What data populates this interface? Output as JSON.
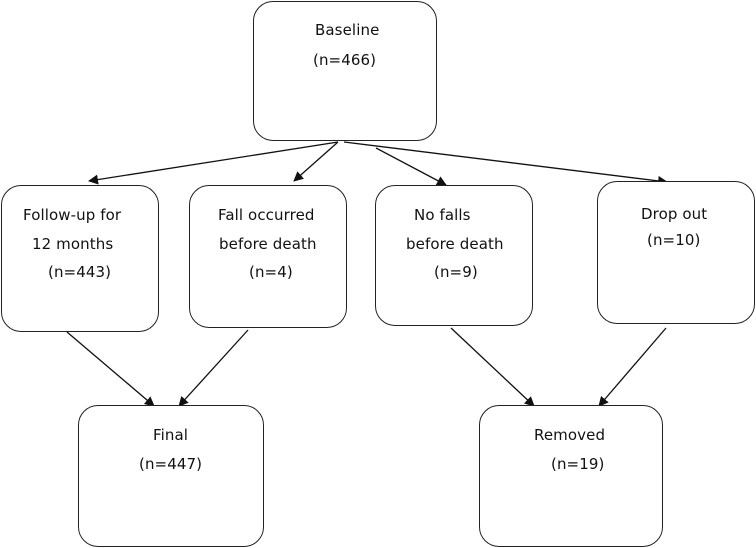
{
  "flowchart": {
    "baseline": {
      "label": "Baseline",
      "count": "(n=466)"
    },
    "followup": {
      "line1": "Follow-up for",
      "line2": "12 months",
      "count": "(n=443)"
    },
    "fall": {
      "line1": "Fall occurred",
      "line2": "before death",
      "count": "(n=4)"
    },
    "nofalls": {
      "line1": "No falls",
      "line2": "before death",
      "count": "(n=9)"
    },
    "dropout": {
      "label": "Drop out",
      "count": "(n=10)"
    },
    "final": {
      "label": "Final",
      "count": "(n=447)"
    },
    "removed": {
      "label": "Removed",
      "count": "(n=19)"
    }
  }
}
